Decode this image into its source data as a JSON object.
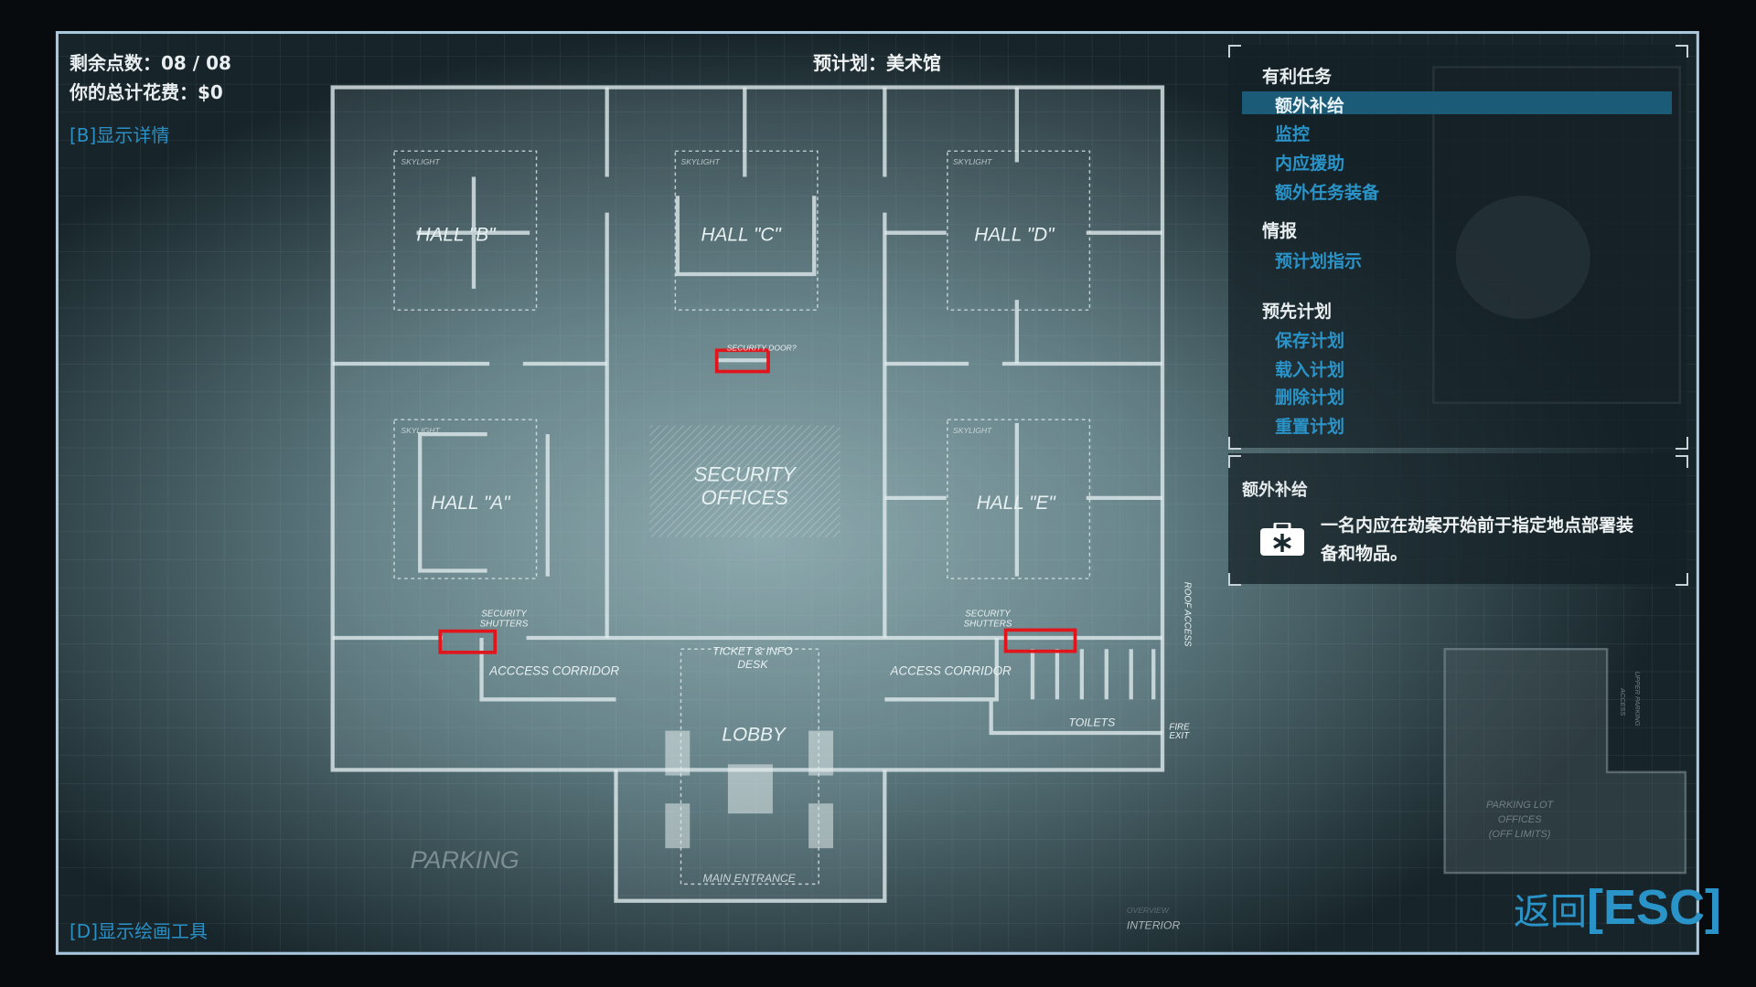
{
  "header": {
    "title": "预计划：美术馆"
  },
  "stats": {
    "points_label": "剩余点数：",
    "points_value": "08 / 08",
    "cost_label": "你的总计花费：",
    "cost_value": "$0"
  },
  "hotkeys": {
    "details": "[B]显示详情",
    "draw_tools": "[D]显示绘画工具",
    "back": "返回",
    "back_key": "[ESC]"
  },
  "menu": {
    "sections": [
      {
        "title": "有利任务",
        "items": [
          "额外补给",
          "监控",
          "内应援助",
          "额外任务装备"
        ]
      },
      {
        "title": "情报",
        "items": [
          "预计划指示"
        ]
      },
      {
        "title": "预先计划",
        "items": [
          "保存计划",
          "载入计划",
          "删除计划",
          "重置计划"
        ]
      }
    ],
    "selected": "额外补给"
  },
  "detail": {
    "title": "额外补给",
    "icon": "medkit-icon",
    "description_line1": "一名内应在劫案开始前于指定地点部署装",
    "description_line2": "备和物品。"
  },
  "map": {
    "halls": [
      "HALL \"A\"",
      "HALL \"B\"",
      "HALL \"C\"",
      "HALL \"D\"",
      "HALL \"E\""
    ],
    "skylight": "SKYLIGHT",
    "security_offices": [
      "SECURITY",
      "OFFICES"
    ],
    "security_door": "SECURITY DOOR?",
    "shutters": [
      "SECURITY",
      "SHUTTERS"
    ],
    "corridor_left": "ACCCESS CORRIDOR",
    "corridor_right": "ACCESS CORRIDOR",
    "ticket_desk": [
      "TICKET & INFO",
      "DESK"
    ],
    "lobby": "LOBBY",
    "main_entrance": "MAIN ENTRANCE",
    "toilets": "TOILETS",
    "fire_exit": [
      "FIRE",
      "EXIT"
    ],
    "roof_access": "ROOF ACCESS",
    "parking": "PARKING",
    "parking_offices": [
      "PARKING LOT",
      "OFFICES",
      "(OFF LIMITS)"
    ],
    "upper_parking": [
      "UPPER PARKING",
      "ACCESS"
    ],
    "overview": "OVERVIEW",
    "interior": "INTERIOR"
  },
  "colors": {
    "accent": "#2a93c8",
    "marker": "#e0161c",
    "frame": "#a9c8e0"
  }
}
